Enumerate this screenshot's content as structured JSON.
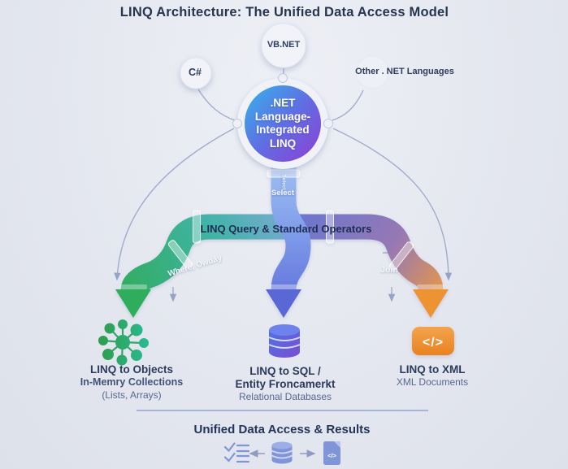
{
  "title": "LINQ Architecture: The Unified Data Access Model",
  "colors": {
    "background": "#e4e7ef",
    "hub_blue": "#35b5ec",
    "hub_purple": "#8f3fd4",
    "pipe_green": "#31ac5e",
    "pipe_blue": "#5c68d8",
    "pipe_orange": "#ef9a3d",
    "navy_text": "#27354f",
    "periwinkle": "#8094d8"
  },
  "languages": {
    "vbnet": "VB.NET",
    "csharp": "C#",
    "other": "Other . NET Languages"
  },
  "hub": {
    "lines": [
      ".NET",
      "Language-",
      "Integrated",
      "LINQ"
    ]
  },
  "pipes": {
    "select_vertical": "Select",
    "select": "Select",
    "banner": "LINQ Query & Standard Operators",
    "where": "Where, Owday",
    "join": "Join"
  },
  "providers": {
    "objects": {
      "icon": "molecule-objects-icon",
      "title": "LINQ to Objects",
      "line2": "In-Memry Collections",
      "line3": "(Lists, Arrays)"
    },
    "sql": {
      "icon": "database-icon",
      "title": "LINQ to SQL /",
      "line2": "Entity Froncamerkt",
      "line3": "Relational Databases"
    },
    "xml": {
      "icon": "code-xml-icon",
      "glyph": "</>",
      "title": "LINQ to XML",
      "line2": "XML Documents"
    }
  },
  "footer": {
    "title": "Unified Data Access & Results",
    "doc_glyph": "</>",
    "icons": [
      "checklist-icon",
      "left-arrow-icon",
      "database-small-icon",
      "right-arrow-icon",
      "code-document-icon"
    ]
  }
}
